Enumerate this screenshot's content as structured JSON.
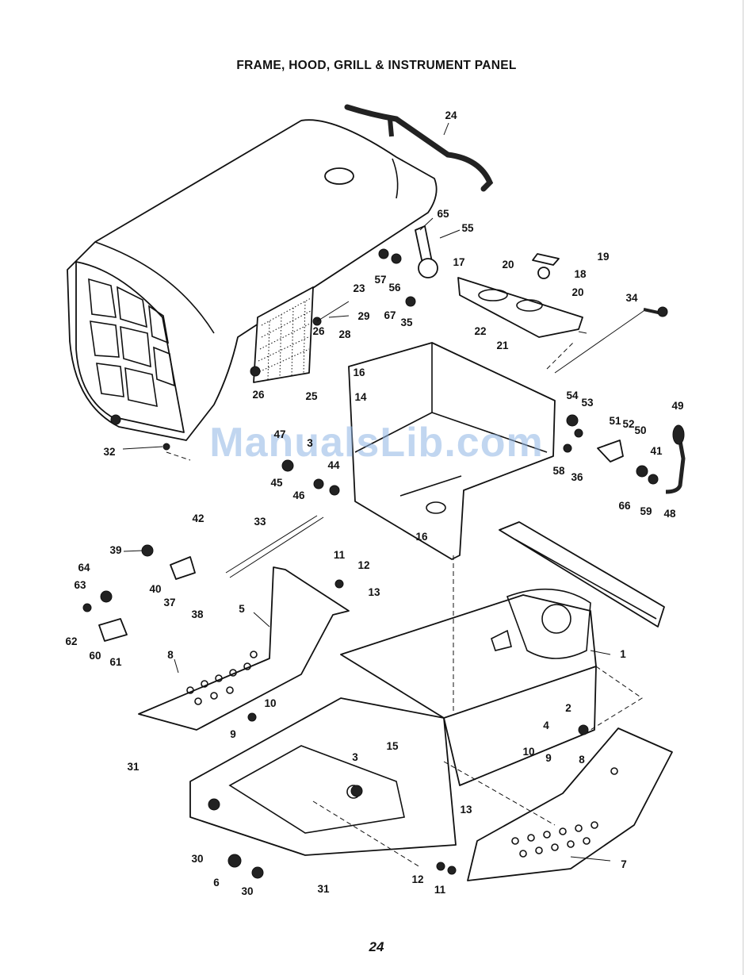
{
  "page": {
    "title": "FRAME, HOOD, GRILL & INSTRUMENT PANEL",
    "page_number": "24",
    "watermark": "ManualsLib.com"
  },
  "callouts": [
    {
      "id": "1",
      "text": "1"
    },
    {
      "id": "2",
      "text": "2"
    },
    {
      "id": "3a",
      "text": "3"
    },
    {
      "id": "3b",
      "text": "3"
    },
    {
      "id": "4",
      "text": "4"
    },
    {
      "id": "5",
      "text": "5"
    },
    {
      "id": "6",
      "text": "6"
    },
    {
      "id": "7",
      "text": "7"
    },
    {
      "id": "8a",
      "text": "8"
    },
    {
      "id": "8b",
      "text": "8"
    },
    {
      "id": "9a",
      "text": "9"
    },
    {
      "id": "9b",
      "text": "9"
    },
    {
      "id": "10a",
      "text": "10"
    },
    {
      "id": "10b",
      "text": "10"
    },
    {
      "id": "11a",
      "text": "11"
    },
    {
      "id": "11b",
      "text": "11"
    },
    {
      "id": "12a",
      "text": "12"
    },
    {
      "id": "12b",
      "text": "12"
    },
    {
      "id": "13a",
      "text": "13"
    },
    {
      "id": "13b",
      "text": "13"
    },
    {
      "id": "14",
      "text": "14"
    },
    {
      "id": "15",
      "text": "15"
    },
    {
      "id": "16a",
      "text": "16"
    },
    {
      "id": "16b",
      "text": "16"
    },
    {
      "id": "17",
      "text": "17"
    },
    {
      "id": "18",
      "text": "18"
    },
    {
      "id": "19",
      "text": "19"
    },
    {
      "id": "20a",
      "text": "20"
    },
    {
      "id": "20b",
      "text": "20"
    },
    {
      "id": "21",
      "text": "21"
    },
    {
      "id": "22",
      "text": "22"
    },
    {
      "id": "23",
      "text": "23"
    },
    {
      "id": "24",
      "text": "24"
    },
    {
      "id": "25",
      "text": "25"
    },
    {
      "id": "26a",
      "text": "26"
    },
    {
      "id": "26b",
      "text": "26"
    },
    {
      "id": "28",
      "text": "28"
    },
    {
      "id": "29",
      "text": "29"
    },
    {
      "id": "30a",
      "text": "30"
    },
    {
      "id": "30b",
      "text": "30"
    },
    {
      "id": "31a",
      "text": "31"
    },
    {
      "id": "31b",
      "text": "31"
    },
    {
      "id": "32",
      "text": "32"
    },
    {
      "id": "33",
      "text": "33"
    },
    {
      "id": "34",
      "text": "34"
    },
    {
      "id": "35",
      "text": "35"
    },
    {
      "id": "36",
      "text": "36"
    },
    {
      "id": "37",
      "text": "37"
    },
    {
      "id": "38",
      "text": "38"
    },
    {
      "id": "39",
      "text": "39"
    },
    {
      "id": "40",
      "text": "40"
    },
    {
      "id": "41",
      "text": "41"
    },
    {
      "id": "42",
      "text": "42"
    },
    {
      "id": "44",
      "text": "44"
    },
    {
      "id": "45",
      "text": "45"
    },
    {
      "id": "46",
      "text": "46"
    },
    {
      "id": "47",
      "text": "47"
    },
    {
      "id": "48",
      "text": "48"
    },
    {
      "id": "49",
      "text": "49"
    },
    {
      "id": "50",
      "text": "50"
    },
    {
      "id": "51",
      "text": "51"
    },
    {
      "id": "52",
      "text": "52"
    },
    {
      "id": "53",
      "text": "53"
    },
    {
      "id": "54",
      "text": "54"
    },
    {
      "id": "55",
      "text": "55"
    },
    {
      "id": "56",
      "text": "56"
    },
    {
      "id": "57",
      "text": "57"
    },
    {
      "id": "58",
      "text": "58"
    },
    {
      "id": "59",
      "text": "59"
    },
    {
      "id": "60",
      "text": "60"
    },
    {
      "id": "61",
      "text": "61"
    },
    {
      "id": "62",
      "text": "62"
    },
    {
      "id": "63",
      "text": "63"
    },
    {
      "id": "64",
      "text": "64"
    },
    {
      "id": "65",
      "text": "65"
    },
    {
      "id": "66",
      "text": "66"
    },
    {
      "id": "67",
      "text": "67"
    }
  ]
}
